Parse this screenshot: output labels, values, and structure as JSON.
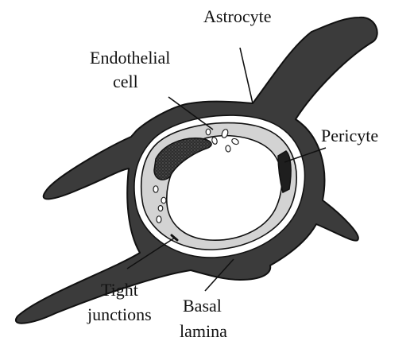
{
  "labels": {
    "astrocyte": "Astrocyte",
    "endothelial_line1": "Endothelial",
    "endothelial_line2": "cell",
    "pericyte": "Pericyte",
    "tight_line1": "Tight",
    "tight_line2": "junctions",
    "basal_line1": "Basal",
    "basal_line2": "lamina"
  },
  "colors": {
    "astrocyte_fill": "#3b3b3b",
    "basal_lamina": "#ffffff",
    "endothelium": "#d3d3d3",
    "lumen": "#ffffff",
    "outline": "#111111",
    "nucleus": "#2a2a2a",
    "pericyte": "#1e1e1e"
  }
}
